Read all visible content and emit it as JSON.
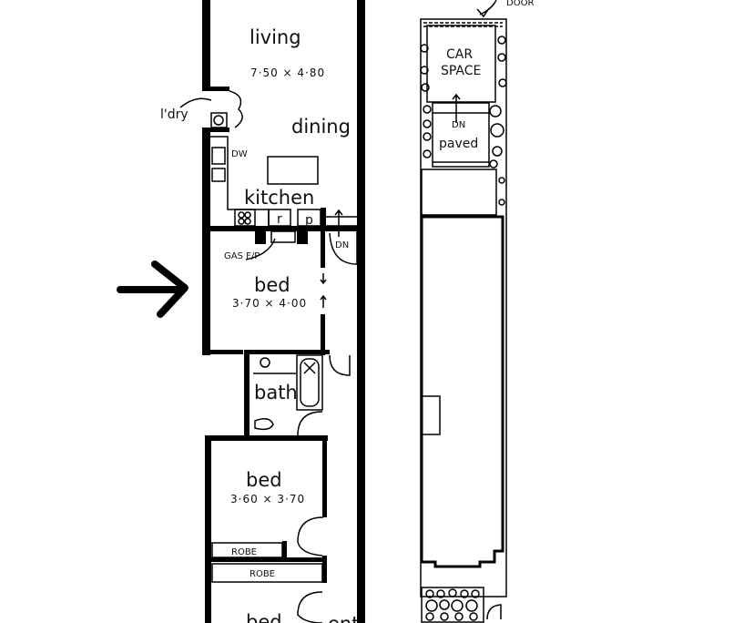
{
  "ground_floor": {
    "rooms": {
      "living": {
        "label": "living",
        "size": "7·50 × 4·80"
      },
      "dining": {
        "label": "dining"
      },
      "kitchen": {
        "label": "kitchen"
      },
      "laundry": {
        "label": "l'dry"
      },
      "bed1": {
        "label": "bed",
        "size": "3·70 × 4·00"
      },
      "bath": {
        "label": "bath"
      },
      "bed2": {
        "label": "bed",
        "size": "3·60 × 3·70"
      },
      "bed3": {
        "label": "bed"
      },
      "entry": {
        "label": "ent"
      }
    },
    "fixtures": {
      "dishwasher": "DW",
      "fridge": "r",
      "pantry": "p",
      "fireplace": "GAS F/P",
      "stairs_down": "DN",
      "robe1": "ROBE",
      "robe2": "ROBE"
    }
  },
  "site_plan": {
    "door_label": "DOOR",
    "car_space": [
      "CAR",
      "SPACE"
    ],
    "down_label": "DN",
    "paved": "paved"
  },
  "annotations": {
    "arrow": "pointer-arrow-right"
  }
}
